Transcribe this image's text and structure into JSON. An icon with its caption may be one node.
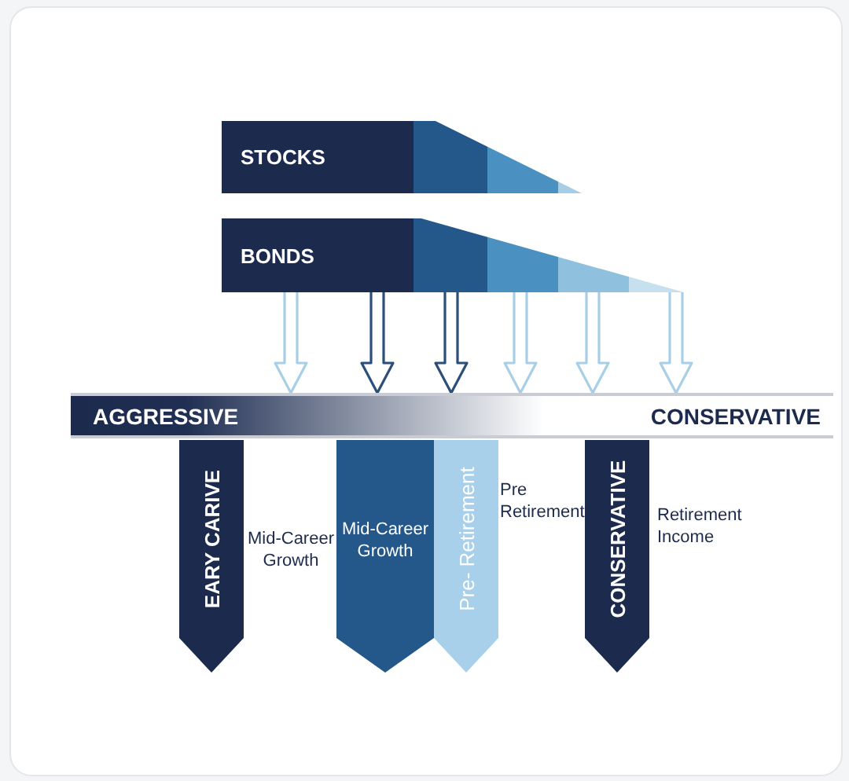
{
  "diagram": {
    "nodes": [
      {
        "text": [
          "STOCKS"
        ]
      },
      {
        "text": [
          "BONDS"
        ]
      },
      {
        "text": [
          "AGGRESSIVE",
          "CONSERVATIVE"
        ]
      },
      {
        "text": [
          "EARY CARIVE"
        ]
      },
      {
        "text": [
          "Mid-Career Growth"
        ]
      },
      {
        "text": [
          "Pre- Retirement"
        ]
      },
      {
        "text": [
          "CONSERVATIVE"
        ]
      }
    ],
    "edges": [
      {
        "from": 1,
        "to": 2,
        "arrow": "to"
      },
      {
        "from": 1,
        "to": 2,
        "arrow": "to",
        "color": "#2b4f78"
      },
      {
        "from": 1,
        "to": 2,
        "arrow": "to",
        "color": "#2b4f78"
      },
      {
        "from": 1,
        "to": 2,
        "arrow": "to"
      },
      {
        "from": 1,
        "to": 2,
        "arrow": "to"
      },
      {
        "from": 1,
        "to": 2,
        "arrow": "to"
      }
    ],
    "labels": [
      "Mid-Career Growth",
      "Pre Retirement",
      "Retirement Income"
    ]
  }
}
